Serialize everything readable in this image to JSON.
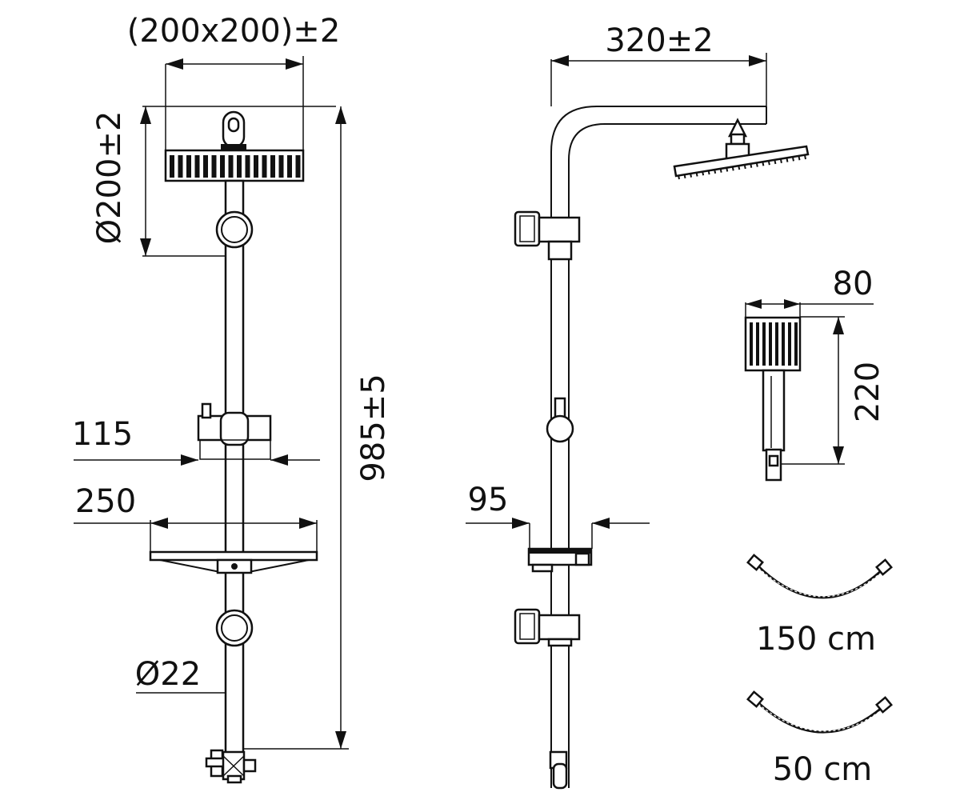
{
  "dimensions": {
    "head_size": "(200x200)±2",
    "head_diameter": "Ø200±2",
    "total_height": "985±5",
    "holder_width": "115",
    "shelf_width": "250",
    "pipe_diameter": "Ø22",
    "arm_length": "320±2",
    "side_holder_width": "95",
    "hand_shower_width": "80",
    "hand_shower_length": "220"
  },
  "hoses": [
    {
      "label": "150 cm"
    },
    {
      "label": "50 cm"
    }
  ]
}
